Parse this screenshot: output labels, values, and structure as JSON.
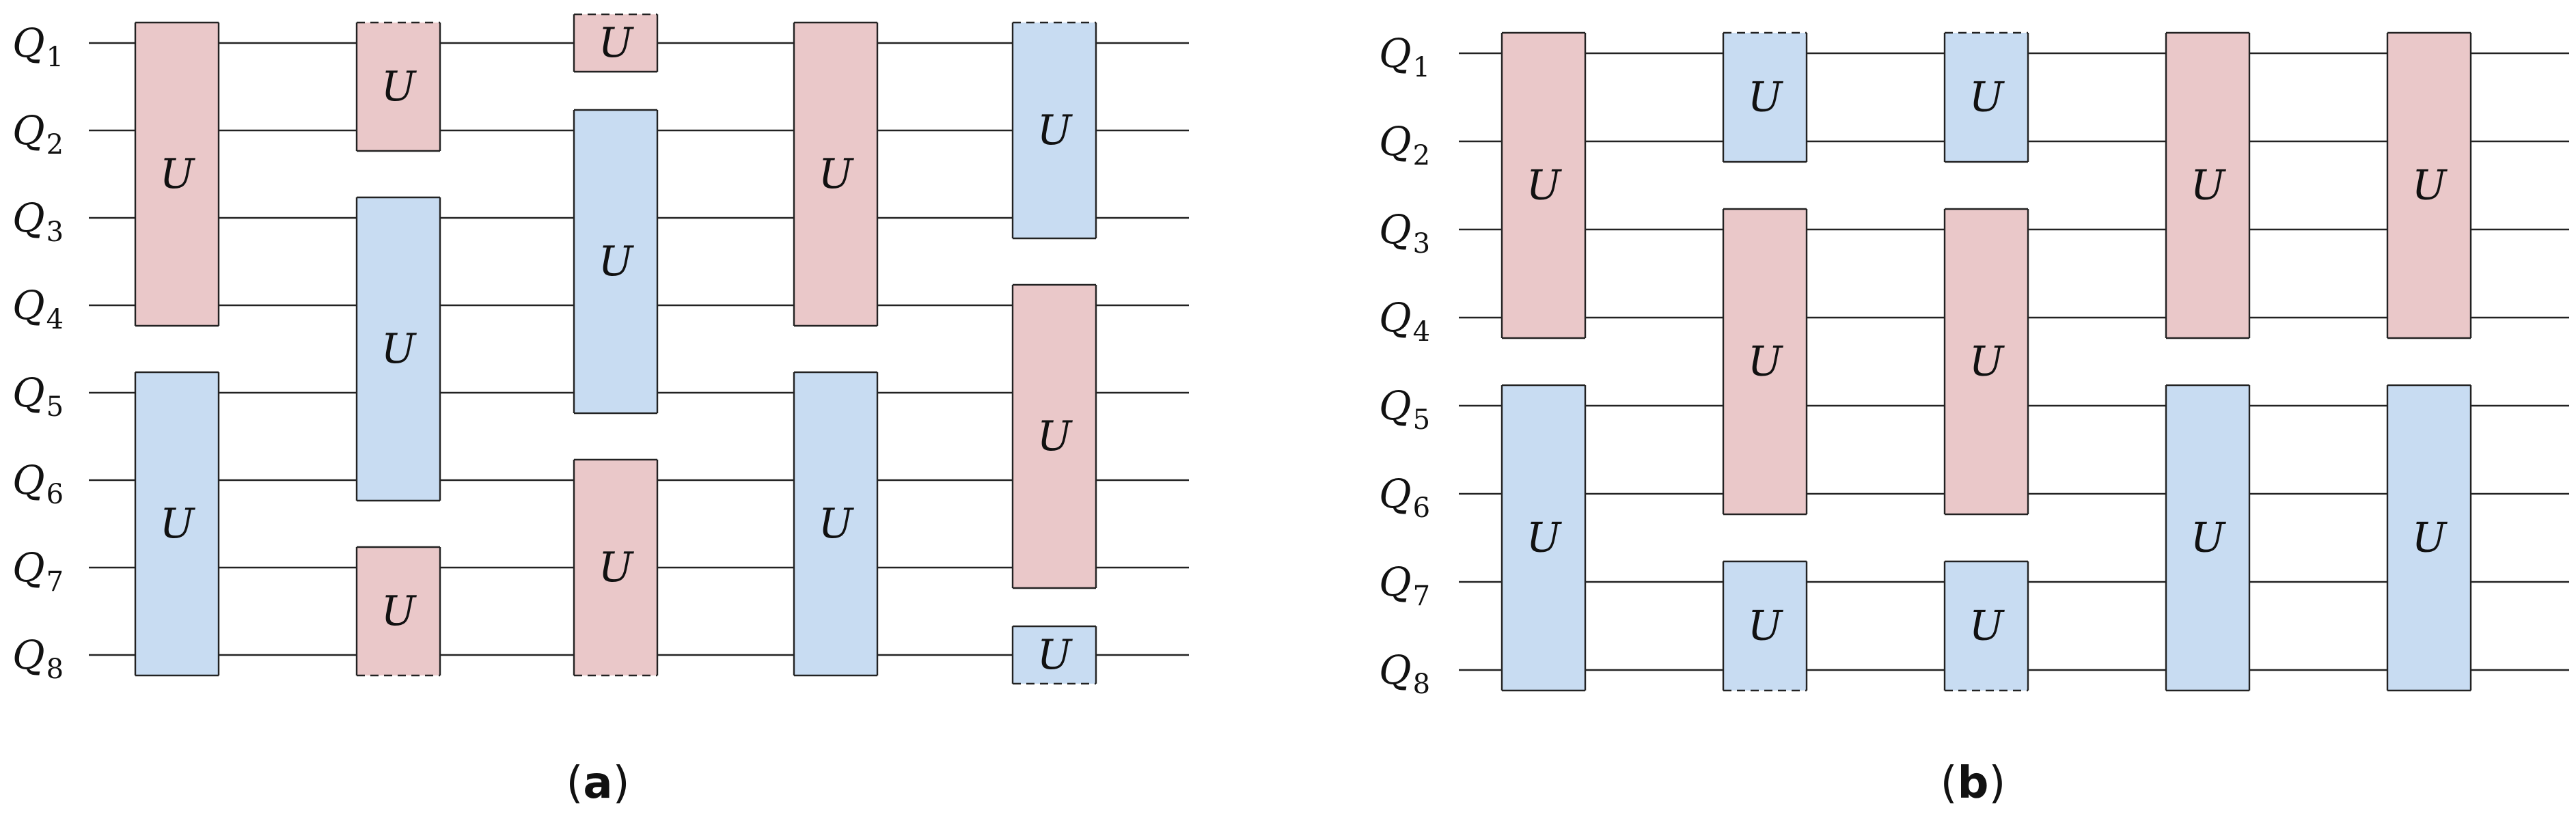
{
  "colors": {
    "pink": "#eac8c9",
    "blue": "#c8dcf2",
    "line": "#222222"
  },
  "gate_label": "U",
  "qubit_prefix": "Q",
  "qubits": [
    "1",
    "2",
    "3",
    "4",
    "5",
    "6",
    "7",
    "8"
  ],
  "panels": [
    {
      "caption_open": "(",
      "caption_letter": "a",
      "caption_close": ")",
      "columns": [
        [
          {
            "from": 1,
            "to": 4,
            "color": "pink",
            "dashed_top": false,
            "dashed_bottom": false
          },
          {
            "from": 5,
            "to": 8,
            "color": "blue",
            "dashed_top": false,
            "dashed_bottom": false
          }
        ],
        [
          {
            "from": 1,
            "to": 2,
            "color": "pink",
            "dashed_top": true,
            "dashed_bottom": false
          },
          {
            "from": 3,
            "to": 6,
            "color": "blue",
            "dashed_top": false,
            "dashed_bottom": false
          },
          {
            "from": 7,
            "to": 8,
            "color": "pink",
            "dashed_top": false,
            "dashed_bottom": true
          }
        ],
        [
          {
            "from": 1,
            "to": 1,
            "color": "pink",
            "dashed_top": true,
            "dashed_bottom": false
          },
          {
            "from": 2,
            "to": 5,
            "color": "blue",
            "dashed_top": false,
            "dashed_bottom": false
          },
          {
            "from": 6,
            "to": 8,
            "color": "pink",
            "dashed_top": false,
            "dashed_bottom": true
          }
        ],
        [
          {
            "from": 1,
            "to": 4,
            "color": "pink",
            "dashed_top": false,
            "dashed_bottom": false
          },
          {
            "from": 5,
            "to": 8,
            "color": "blue",
            "dashed_top": false,
            "dashed_bottom": false
          }
        ],
        [
          {
            "from": 1,
            "to": 3,
            "color": "blue",
            "dashed_top": true,
            "dashed_bottom": false
          },
          {
            "from": 4,
            "to": 7,
            "color": "pink",
            "dashed_top": false,
            "dashed_bottom": false
          },
          {
            "from": 8,
            "to": 8,
            "color": "blue",
            "dashed_top": false,
            "dashed_bottom": true
          }
        ]
      ]
    },
    {
      "caption_open": "(",
      "caption_letter": "b",
      "caption_close": ")",
      "columns": [
        [
          {
            "from": 1,
            "to": 4,
            "color": "pink",
            "dashed_top": false,
            "dashed_bottom": false
          },
          {
            "from": 5,
            "to": 8,
            "color": "blue",
            "dashed_top": false,
            "dashed_bottom": false
          }
        ],
        [
          {
            "from": 1,
            "to": 2,
            "color": "blue",
            "dashed_top": true,
            "dashed_bottom": false
          },
          {
            "from": 3,
            "to": 6,
            "color": "pink",
            "dashed_top": false,
            "dashed_bottom": false
          },
          {
            "from": 7,
            "to": 8,
            "color": "blue",
            "dashed_top": false,
            "dashed_bottom": true
          }
        ],
        [
          {
            "from": 1,
            "to": 2,
            "color": "blue",
            "dashed_top": true,
            "dashed_bottom": false
          },
          {
            "from": 3,
            "to": 6,
            "color": "pink",
            "dashed_top": false,
            "dashed_bottom": false
          },
          {
            "from": 7,
            "to": 8,
            "color": "blue",
            "dashed_top": false,
            "dashed_bottom": true
          }
        ],
        [
          {
            "from": 1,
            "to": 4,
            "color": "pink",
            "dashed_top": false,
            "dashed_bottom": false
          },
          {
            "from": 5,
            "to": 8,
            "color": "blue",
            "dashed_top": false,
            "dashed_bottom": false
          }
        ],
        [
          {
            "from": 1,
            "to": 4,
            "color": "pink",
            "dashed_top": false,
            "dashed_bottom": false
          },
          {
            "from": 5,
            "to": 8,
            "color": "blue",
            "dashed_top": false,
            "dashed_bottom": false
          }
        ]
      ]
    }
  ]
}
